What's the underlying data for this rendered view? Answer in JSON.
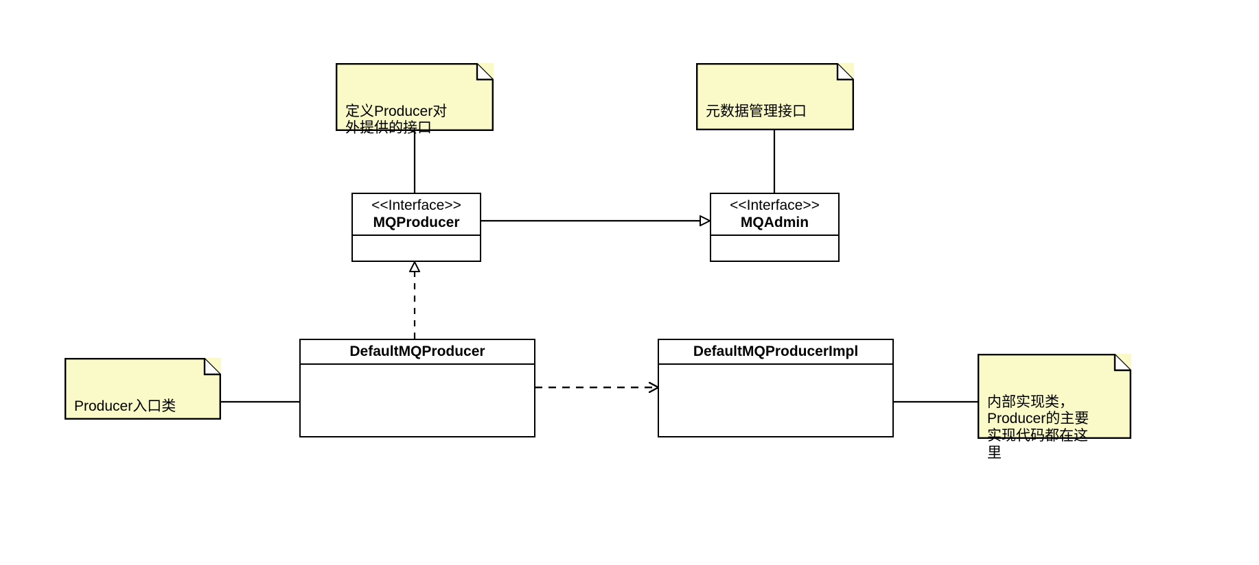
{
  "diagram": {
    "title": "RocketMQ Producer UML Class Diagram",
    "type": "uml-class-diagram",
    "colors": {
      "note_fill": "#FAFAC8",
      "note_border": "#000000",
      "box_fill": "#FFFFFF",
      "box_border": "#000000",
      "line": "#000000",
      "canvas": "#FFFFFF"
    }
  },
  "notes": [
    {
      "id": "note-mqproducer",
      "text": "定义Producer对\n外提供的接口",
      "attached_to": "MQProducer"
    },
    {
      "id": "note-mqadmin",
      "text": "元数据管理接口",
      "attached_to": "MQAdmin"
    },
    {
      "id": "note-default-producer",
      "text": "Producer入口类",
      "attached_to": "DefaultMQProducer"
    },
    {
      "id": "note-default-producer-impl",
      "text": "内部实现类，\nProducer的主要\n实现代码都在这\n里",
      "attached_to": "DefaultMQProducerImpl"
    }
  ],
  "classifiers": [
    {
      "id": "mqproducer",
      "stereotype": "<<Interface>>",
      "name": "MQProducer",
      "kind": "interface",
      "members": []
    },
    {
      "id": "mqadmin",
      "stereotype": "<<Interface>>",
      "name": "MQAdmin",
      "kind": "interface",
      "members": []
    },
    {
      "id": "defaultmqproducer",
      "stereotype": "",
      "name": "DefaultMQProducer",
      "kind": "class",
      "members": []
    },
    {
      "id": "defaultmqproducerimpl",
      "stereotype": "",
      "name": "DefaultMQProducerImpl",
      "kind": "class",
      "members": []
    }
  ],
  "relationships": [
    {
      "id": "rel-producer-extends-admin",
      "from": "MQProducer",
      "to": "MQAdmin",
      "type": "generalization",
      "line": "solid",
      "arrow": "hollow-triangle",
      "label": ""
    },
    {
      "id": "rel-default-realizes-producer",
      "from": "DefaultMQProducer",
      "to": "MQProducer",
      "type": "realization",
      "line": "dashed",
      "arrow": "hollow-triangle",
      "label": ""
    },
    {
      "id": "rel-default-depends-impl",
      "from": "DefaultMQProducer",
      "to": "DefaultMQProducerImpl",
      "type": "dependency",
      "line": "dashed",
      "arrow": "open",
      "label": ""
    },
    {
      "id": "rel-note-mqproducer",
      "from": "note-mqproducer",
      "to": "MQProducer",
      "type": "note-anchor",
      "line": "solid",
      "arrow": "none",
      "label": ""
    },
    {
      "id": "rel-note-mqadmin",
      "from": "note-mqadmin",
      "to": "MQAdmin",
      "type": "note-anchor",
      "line": "solid",
      "arrow": "none",
      "label": ""
    },
    {
      "id": "rel-note-defaultproducer",
      "from": "note-default-producer",
      "to": "DefaultMQProducer",
      "type": "note-anchor",
      "line": "solid",
      "arrow": "none",
      "label": ""
    },
    {
      "id": "rel-note-defaultproducerimpl",
      "from": "note-default-producer-impl",
      "to": "DefaultMQProducerImpl",
      "type": "note-anchor",
      "line": "solid",
      "arrow": "none",
      "label": ""
    }
  ]
}
